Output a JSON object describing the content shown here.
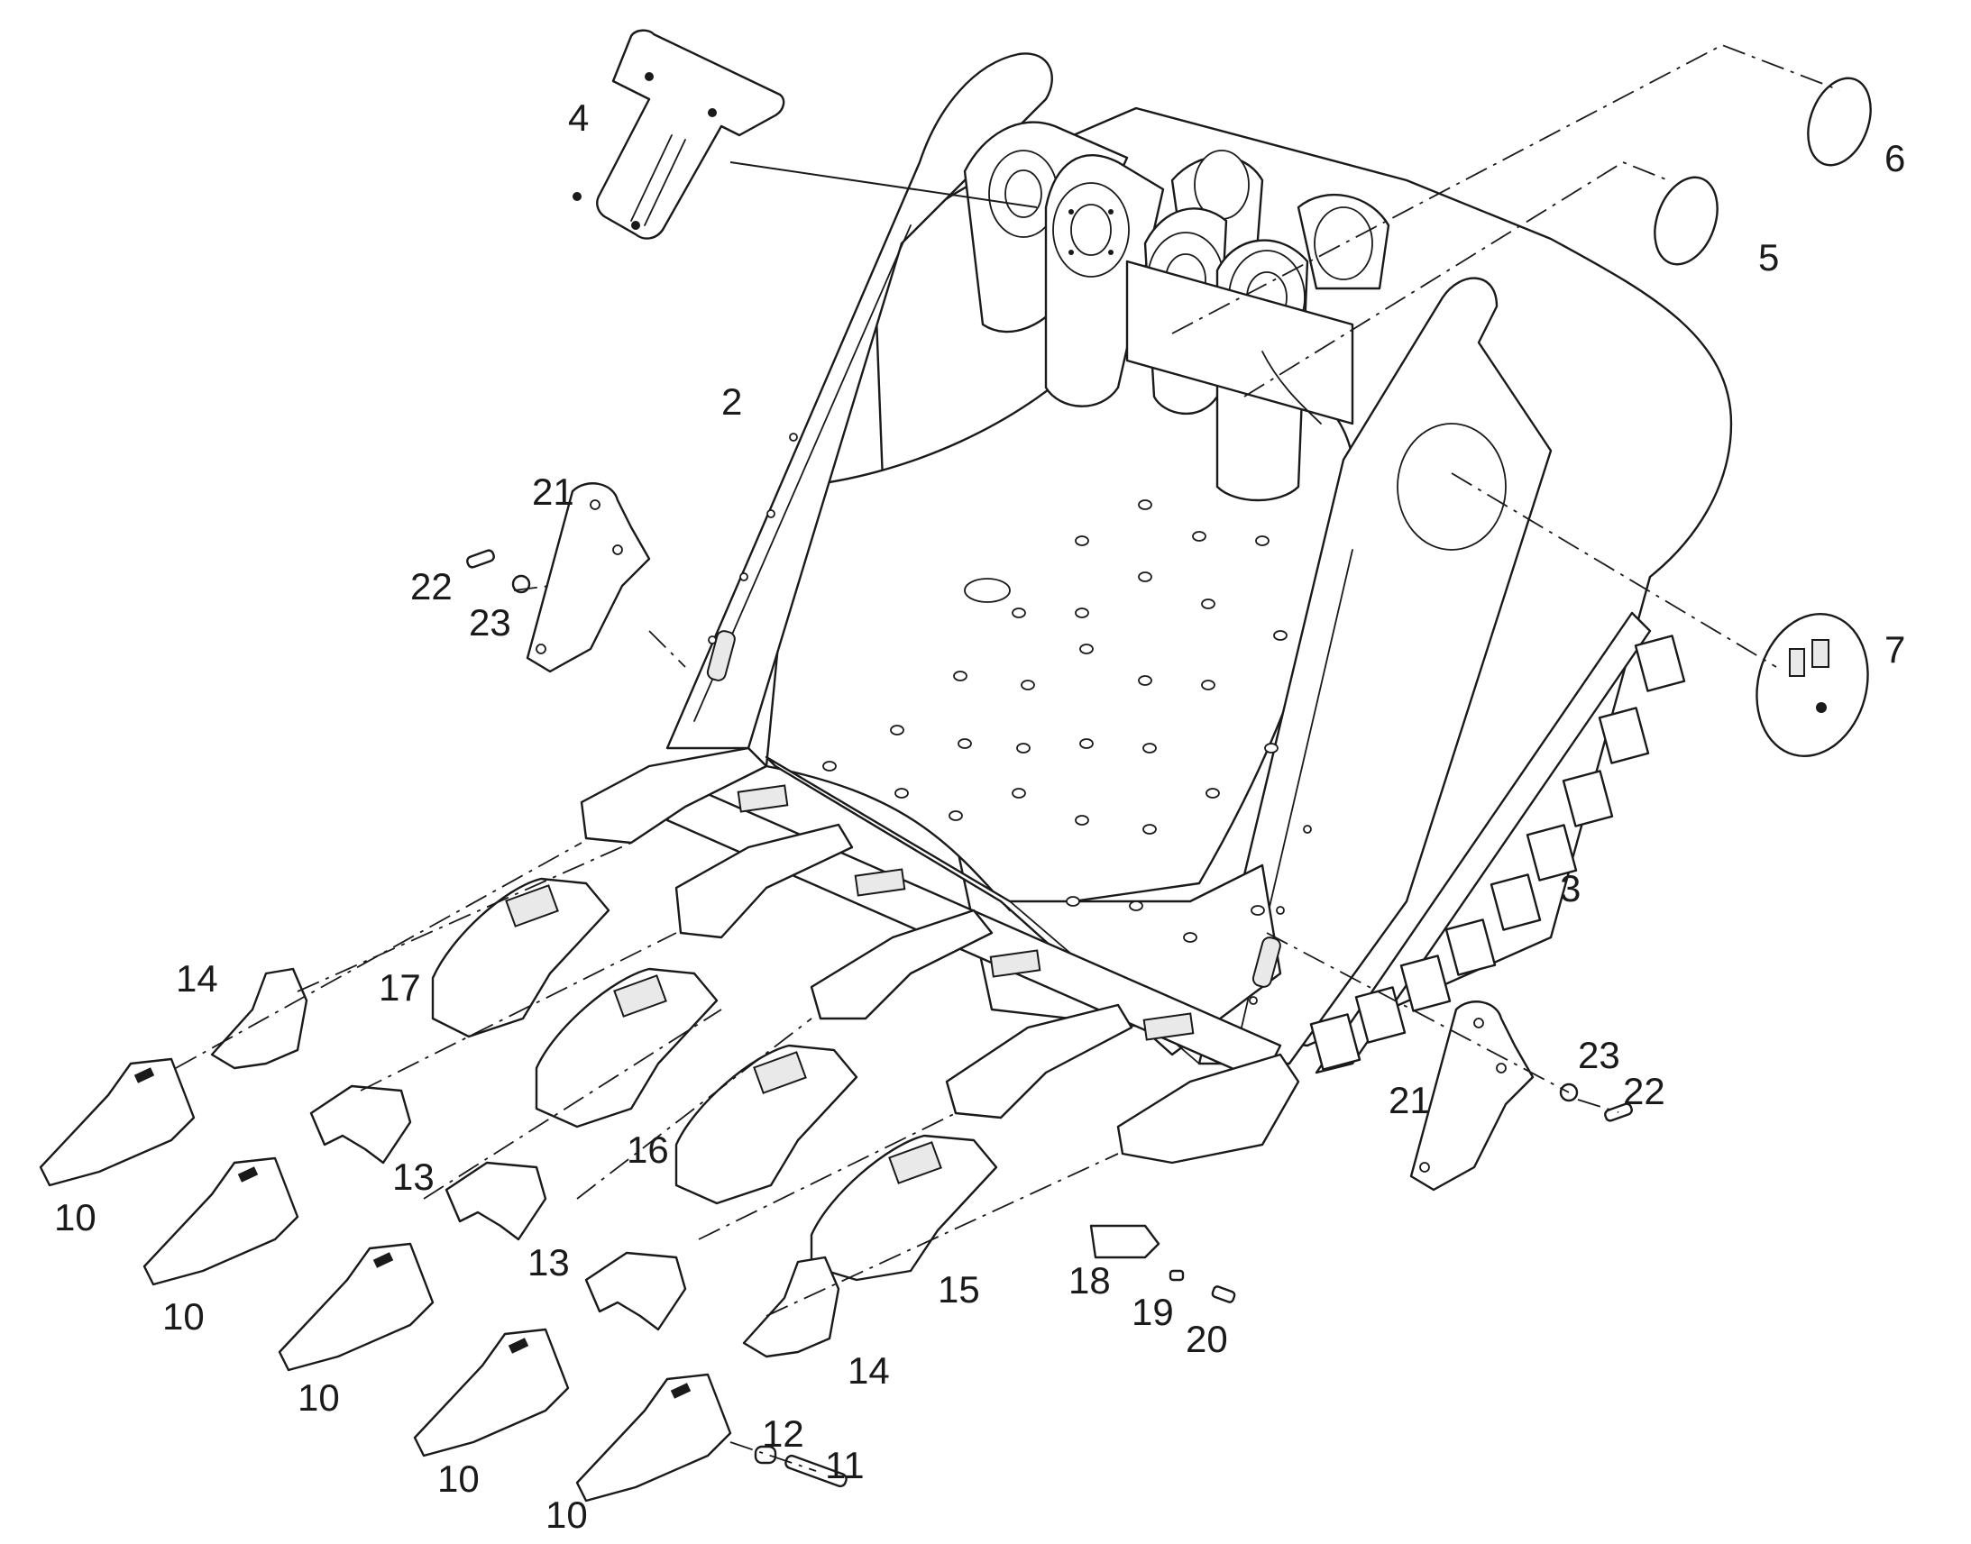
{
  "callouts": [
    {
      "id": "c2",
      "label": "2"
    },
    {
      "id": "c3",
      "label": "3"
    },
    {
      "id": "c4",
      "label": "4"
    },
    {
      "id": "c5",
      "label": "5"
    },
    {
      "id": "c6",
      "label": "6"
    },
    {
      "id": "c7",
      "label": "7"
    },
    {
      "id": "c10a",
      "label": "10"
    },
    {
      "id": "c10b",
      "label": "10"
    },
    {
      "id": "c10c",
      "label": "10"
    },
    {
      "id": "c10d",
      "label": "10"
    },
    {
      "id": "c10e",
      "label": "10"
    },
    {
      "id": "c11",
      "label": "11"
    },
    {
      "id": "c12",
      "label": "12"
    },
    {
      "id": "c13a",
      "label": "13"
    },
    {
      "id": "c13b",
      "label": "13"
    },
    {
      "id": "c14a",
      "label": "14"
    },
    {
      "id": "c14b",
      "label": "14"
    },
    {
      "id": "c15",
      "label": "15"
    },
    {
      "id": "c16",
      "label": "16"
    },
    {
      "id": "c17",
      "label": "17"
    },
    {
      "id": "c18",
      "label": "18"
    },
    {
      "id": "c19",
      "label": "19"
    },
    {
      "id": "c20",
      "label": "20"
    },
    {
      "id": "c21a",
      "label": "21"
    },
    {
      "id": "c21b",
      "label": "21"
    },
    {
      "id": "c22a",
      "label": "22"
    },
    {
      "id": "c22b",
      "label": "22"
    },
    {
      "id": "c23a",
      "label": "23"
    },
    {
      "id": "c23b",
      "label": "23"
    }
  ]
}
